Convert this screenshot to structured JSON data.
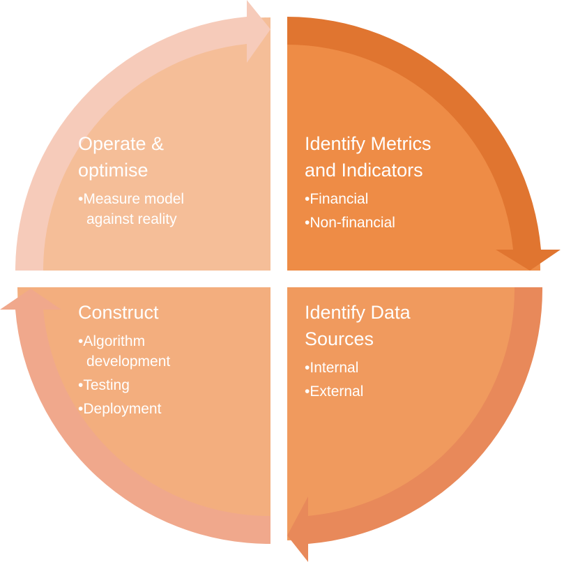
{
  "colors": {
    "q_top_left": "#F5BE98",
    "q_top_right": "#EE8C46",
    "q_bottom_right": "#F09A5E",
    "q_bottom_left": "#F3AE7E",
    "arrow_top_left": "#F6CBBA",
    "arrow_top_right": "#E07530",
    "arrow_bottom_right": "#E8895A",
    "arrow_bottom_left": "#F0A88C",
    "text": "#FFFFFF"
  },
  "quadrants": [
    {
      "id": "operate",
      "title_lines": [
        "Operate &",
        "optimise"
      ],
      "items": [
        "Measure model against reality"
      ]
    },
    {
      "id": "metrics",
      "title_lines": [
        "Identify Metrics",
        "and Indicators"
      ],
      "items": [
        "Financial",
        "Non-financial"
      ]
    },
    {
      "id": "construct",
      "title_lines": [
        "Construct"
      ],
      "items": [
        "Algorithm development",
        "Testing",
        "Deployment"
      ]
    },
    {
      "id": "sources",
      "title_lines": [
        "Identify Data",
        "Sources"
      ],
      "items": [
        "Internal",
        "External"
      ]
    }
  ]
}
